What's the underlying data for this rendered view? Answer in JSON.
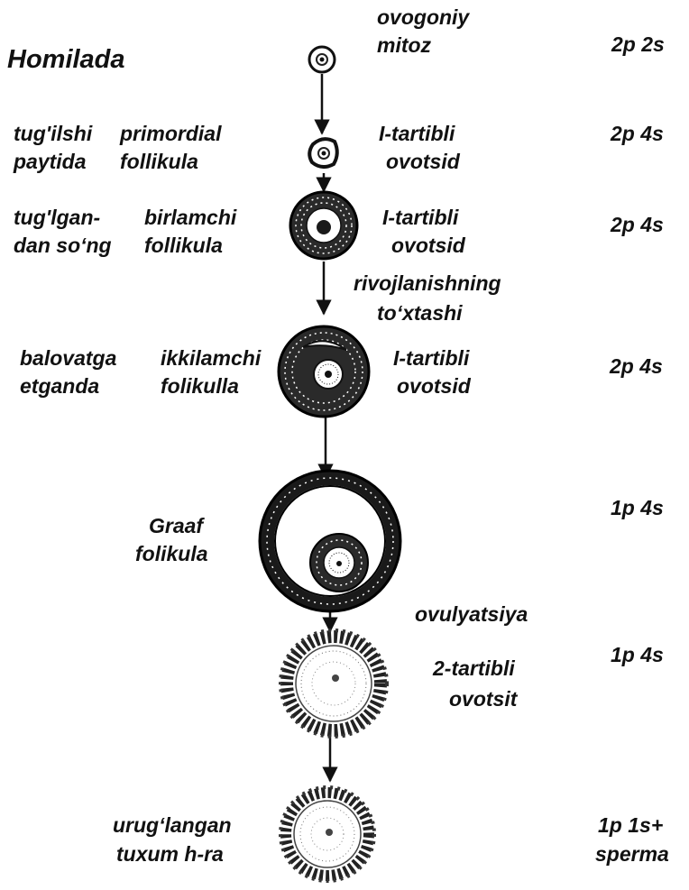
{
  "stages": [
    {
      "period": [
        "Homilada"
      ],
      "structure": [],
      "cell": [
        "ovogoniy",
        "mitoz"
      ],
      "formula": [
        "2p 2s"
      ]
    },
    {
      "period": [
        "tug'ilshi",
        "paytida"
      ],
      "structure": [
        "primordial",
        "follikula"
      ],
      "cell": [
        "I-tartibli",
        "ovotsid"
      ],
      "formula": [
        "2p 4s"
      ]
    },
    {
      "period": [
        "tug'lgan-",
        "dan so‘ng"
      ],
      "structure": [
        "birlamchi",
        "follikula"
      ],
      "cell": [
        "I-tartibli",
        "ovotsid"
      ],
      "formula": [
        "2p 4s"
      ]
    },
    {
      "period": [
        "balovatga",
        "etganda"
      ],
      "structure": [
        "ikkilamchi",
        "folikulla"
      ],
      "cell": [
        "I-tartibli",
        "ovotsid"
      ],
      "formula": [
        "2p 4s"
      ]
    },
    {
      "period": [],
      "structure": [
        "Graaf",
        "folikula"
      ],
      "cell": [],
      "formula": [
        "1p 4s"
      ]
    },
    {
      "period": [],
      "structure": [],
      "cell": [
        "2-tartibli",
        "ovotsit"
      ],
      "formula": [
        "1p 4s"
      ]
    },
    {
      "period": [],
      "structure": [
        "urug‘langan",
        "tuxum h-ra"
      ],
      "cell": [],
      "formula": [
        "1p 1s+",
        "sperma"
      ]
    }
  ],
  "transitions": {
    "arrest": [
      "rivojlanishning",
      "to‘xtashi"
    ],
    "ovulation": "ovulyatsiya"
  },
  "colors": {
    "ink": "#111111",
    "background": "#ffffff",
    "nucleus": "#222222"
  }
}
